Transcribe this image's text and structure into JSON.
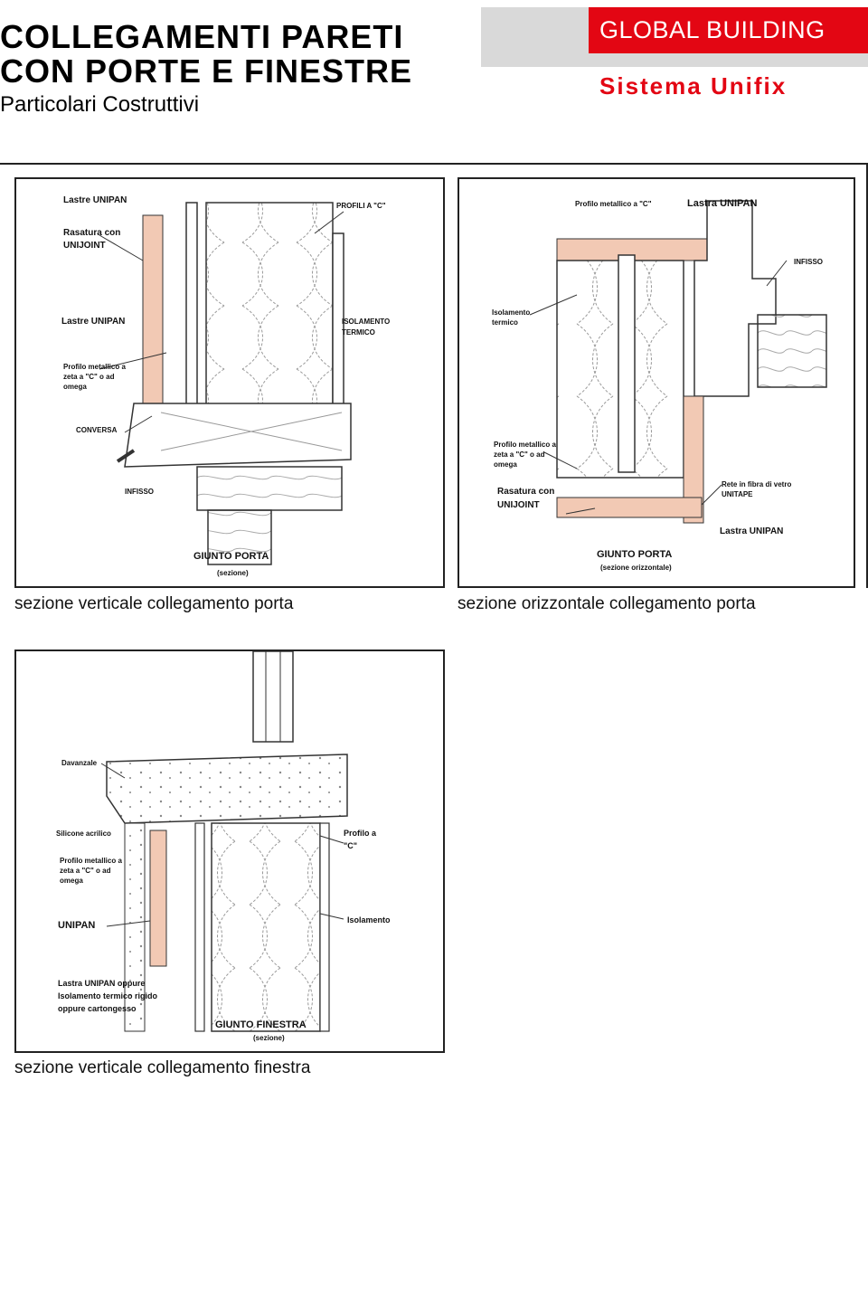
{
  "header": {
    "title_line1": "COLLEGAMENTI PARETI",
    "title_line2": "CON PORTE E FINESTRE",
    "subtitle": "Particolari Costruttivi",
    "brand_name": "GLOBAL BUILDING",
    "brand_sub": "Sistema Unifix"
  },
  "colors": {
    "brand_red": "#e30613",
    "panel_fill": "#f2c9b4"
  },
  "drawings": {
    "porta_verticale": {
      "caption": "sezione verticale collegamento porta",
      "labels": {
        "lastre_unipan_top": "Lastre UNIPAN",
        "profili_c": "PROFILI A \"C\"",
        "rasatura_1": "Rasatura con",
        "rasatura_2": "UNIJOINT",
        "lastre_unipan": "Lastre UNIPAN",
        "isolamento_1": "ISOLAMENTO",
        "isolamento_2": "TERMICO",
        "profilo_1": "Profilo metallico a",
        "profilo_2": "zeta a \"C\" o ad",
        "profilo_3": "omega",
        "conversa": "CONVERSA",
        "infisso": "INFISSO",
        "giunto": "GIUNTO PORTA",
        "sezione": "(sezione)"
      }
    },
    "porta_orizzontale": {
      "caption": "sezione orizzontale collegamento porta",
      "labels": {
        "profilo_c": "Profilo metallico a \"C\"",
        "lastra_unipan_top": "Lastra UNIPAN",
        "infisso": "INFISSO",
        "isolamento_1": "Isolamento",
        "isolamento_2": "termico",
        "profilo_1": "Profilo metallico a",
        "profilo_2": "zeta a \"C\" o ad",
        "profilo_3": "omega",
        "rasatura_1": "Rasatura con",
        "rasatura_2": "UNIJOINT",
        "rete_1": "Rete in fibra di vetro",
        "rete_2": "UNITAPE",
        "lastra_unipan": "Lastra UNIPAN",
        "giunto": "GIUNTO PORTA",
        "sezione": "(sezione orizzontale)"
      }
    },
    "finestra_verticale": {
      "caption": "sezione verticale collegamento finestra",
      "labels": {
        "davanzale": "Davanzale",
        "silicone": "Silicone acrilico",
        "profilo_c_1": "Profilo a",
        "profilo_c_2": "\"C\"",
        "profilo_1": "Profilo metallico a",
        "profilo_2": "zeta a \"C\" o ad",
        "profilo_3": "omega",
        "unipan": "UNIPAN",
        "isolamento": "Isolamento",
        "lastra_1": "Lastra UNIPAN oppure",
        "lastra_2": "Isolamento termico rigido",
        "lastra_3": "oppure cartongesso",
        "giunto": "GIUNTO FINESTRA",
        "sezione": "(sezione)"
      }
    }
  }
}
